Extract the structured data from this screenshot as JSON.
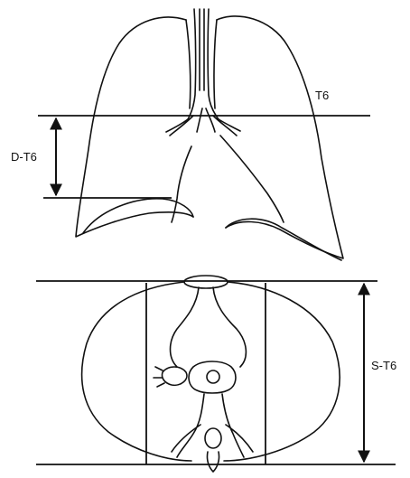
{
  "labels": {
    "t6": "T6",
    "d_t6": "D-T6",
    "s_t6": "S-T6"
  }
}
